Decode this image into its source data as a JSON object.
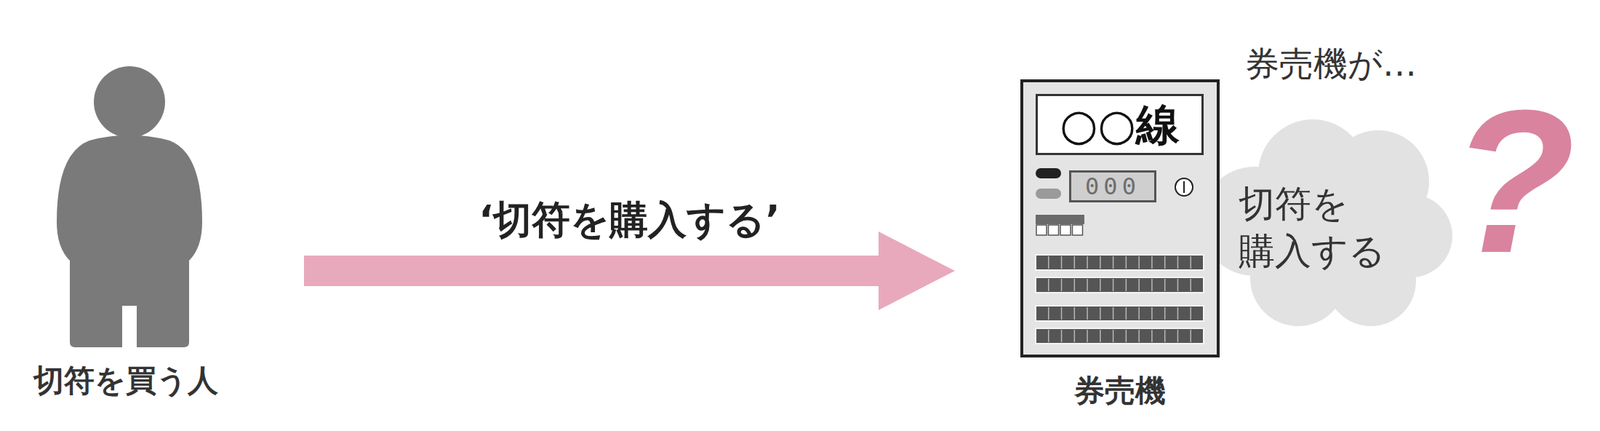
{
  "diagram": {
    "nodes": [
      {
        "text": [
          "切符を買う人"
        ]
      },
      {
        "text": [
          "券売機"
        ]
      },
      {
        "text": [
          "○○線"
        ],
        "in": 1
      },
      {
        "text": [
          "000"
        ],
        "in": 1
      },
      {
        "text": [
          "券売機が…",
          "切符を 購入する"
        ]
      }
    ],
    "edges": [
      {
        "from": 0,
        "to": 1,
        "arrow": "to",
        "label": "‘切符を購入する’"
      }
    ],
    "labels": [
      "?"
    ]
  }
}
